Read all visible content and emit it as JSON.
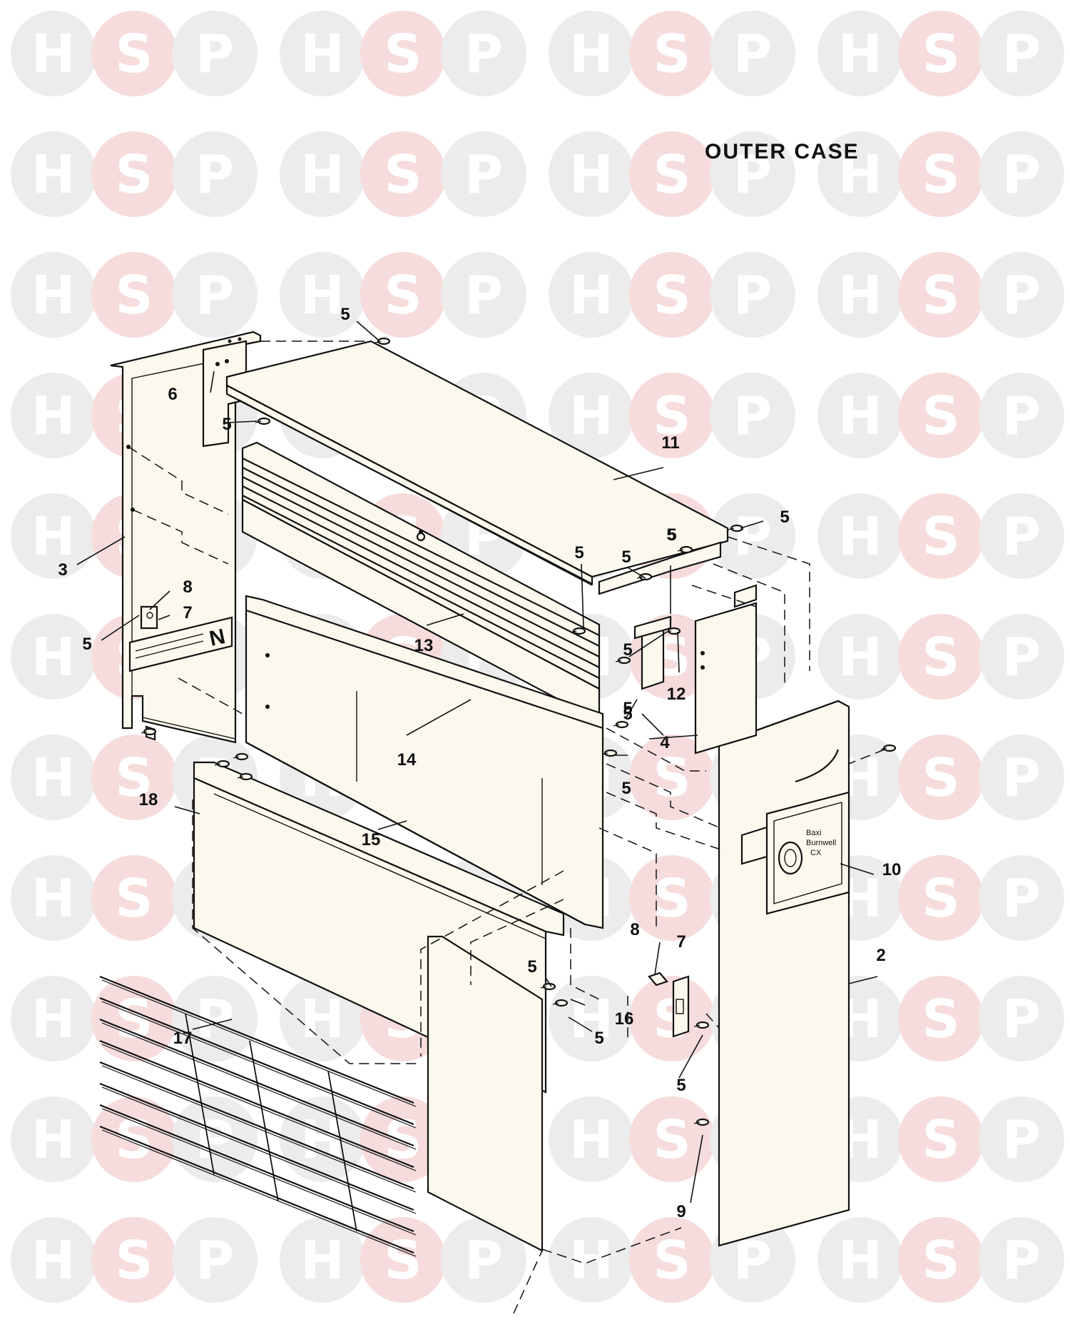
{
  "diagram": {
    "title": "OUTER CASE",
    "watermark": {
      "letters": [
        "H",
        "S",
        "P"
      ],
      "colors": {
        "H": "#ececec",
        "S": "#f6dcdc",
        "P": "#ececec"
      }
    },
    "callouts": [
      {
        "id": "c-5a",
        "text": "5"
      },
      {
        "id": "c-6",
        "text": "6"
      },
      {
        "id": "c-5b",
        "text": "5"
      },
      {
        "id": "c-11",
        "text": "11"
      },
      {
        "id": "c-5c",
        "text": "5"
      },
      {
        "id": "c-5d",
        "text": "5"
      },
      {
        "id": "c-5e",
        "text": "5"
      },
      {
        "id": "c-5f",
        "text": "5"
      },
      {
        "id": "c-3",
        "text": "3"
      },
      {
        "id": "c-8a",
        "text": "8"
      },
      {
        "id": "c-7a",
        "text": "7"
      },
      {
        "id": "c-5g",
        "text": "5"
      },
      {
        "id": "c-13",
        "text": "13"
      },
      {
        "id": "c-5h",
        "text": "5"
      },
      {
        "id": "c-5i",
        "text": "5"
      },
      {
        "id": "c-12",
        "text": "12"
      },
      {
        "id": "c-5j",
        "text": "5"
      },
      {
        "id": "c-4",
        "text": "4"
      },
      {
        "id": "c-14",
        "text": "14"
      },
      {
        "id": "c-5k",
        "text": "5"
      },
      {
        "id": "c-5l",
        "text": "5"
      },
      {
        "id": "c-18",
        "text": "18"
      },
      {
        "id": "c-15",
        "text": "15"
      },
      {
        "id": "c-10",
        "text": "10"
      },
      {
        "id": "c-8b",
        "text": "8"
      },
      {
        "id": "c-7b",
        "text": "7"
      },
      {
        "id": "c-2",
        "text": "2"
      },
      {
        "id": "c-5m",
        "text": "5"
      },
      {
        "id": "c-16",
        "text": "16"
      },
      {
        "id": "c-5n",
        "text": "5"
      },
      {
        "id": "c-17",
        "text": "17"
      },
      {
        "id": "c-5o",
        "text": "5"
      },
      {
        "id": "c-9",
        "text": "9"
      }
    ]
  }
}
